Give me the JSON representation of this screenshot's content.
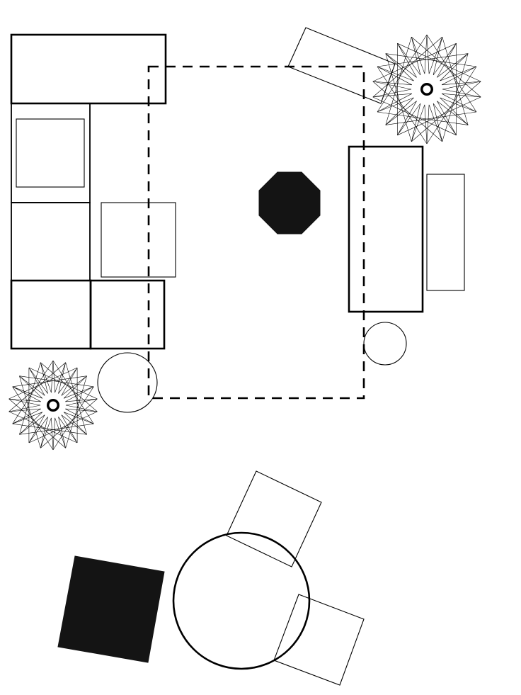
{
  "diagram": {
    "type": "floor-plan",
    "elements": [
      "sofa",
      "sectional-sofa",
      "armchair-left",
      "area-rug",
      "ottoman",
      "loveseat",
      "console-table",
      "angled-side-table",
      "side-table-round-right",
      "side-table-round-left",
      "plant",
      "dining-table-round",
      "dining-chair",
      "storage-cabinet"
    ],
    "colors": {
      "stroke": "#000000",
      "fill": "#141414",
      "background": "#ffffff"
    }
  }
}
